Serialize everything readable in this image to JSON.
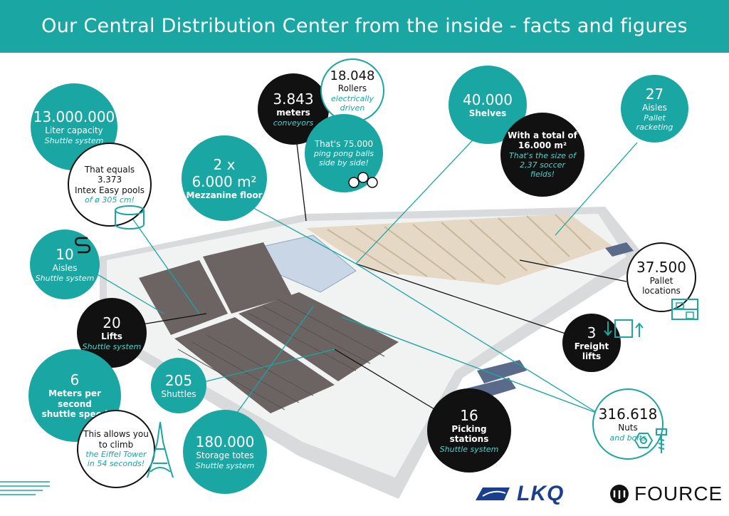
{
  "header": {
    "title": "Our Central Distribution Center from the inside - facts and figures"
  },
  "stats": {
    "liter_capacity": {
      "value": "13.000.000",
      "label": "Liter capacity",
      "sub": "Shuttle system"
    },
    "pools": {
      "line1": "That equals",
      "line2": "3.373",
      "line3": "Intex Easy pools",
      "sub": "of ø 305 cm!"
    },
    "meters": {
      "value": "3.843",
      "label": "meters",
      "sub": "conveyors"
    },
    "rollers": {
      "value": "18.048",
      "label": "Rollers",
      "sub1": "electrically",
      "sub2": "driven"
    },
    "pingpong": {
      "line1": "That's 75.000",
      "line2": "ping pong balls",
      "line3": "side by side!"
    },
    "mezzanine": {
      "line1": "2 x",
      "line2": "6.000 m²",
      "label": "Mezzanine floor"
    },
    "shelves": {
      "value": "40.000",
      "label": "Shelves"
    },
    "soccer": {
      "line1": "With a total of",
      "line2": "16.000 m²",
      "sub1": "That's the size of",
      "sub2": "2,37 soccer",
      "sub3": "fields!"
    },
    "aisles_pallet": {
      "value": "27",
      "label": "Aisles",
      "sub": "Pallet racketing"
    },
    "aisles_shuttle": {
      "value": "10",
      "label": "Aisles",
      "sub": "Shuttle system"
    },
    "pallet_locations": {
      "value": "37.500",
      "label": "Pallet",
      "label2": "locations"
    },
    "lifts": {
      "value": "20",
      "label": "Lifts",
      "sub": "Shuttle system"
    },
    "freight_lifts": {
      "value": "3",
      "label": "Freight",
      "label2": "lifts"
    },
    "shuttle_speed": {
      "value": "6",
      "label": "Meters per second",
      "label2": "shuttle speed"
    },
    "eiffel": {
      "line1": "This allows you",
      "line2": "to climb",
      "sub1": "the Eiffel Tower",
      "sub2": "in 54 seconds!"
    },
    "shuttles": {
      "value": "205",
      "label": "Shuttles"
    },
    "storage_totes": {
      "value": "180.000",
      "label": "Storage totes",
      "sub": "Shuttle system"
    },
    "picking": {
      "value": "16",
      "label": "Picking stations",
      "sub": "Shuttle system"
    },
    "nuts": {
      "value": "316.618",
      "label": "Nuts",
      "sub": "and bolts"
    }
  },
  "logos": {
    "lkq": "LKQ",
    "fource": "FOURCE"
  },
  "colors": {
    "teal": "#1aa6a3",
    "black": "#111111",
    "floor": "#f1f2f2",
    "wall": "#d9dadb",
    "rack": "#6b6463"
  }
}
